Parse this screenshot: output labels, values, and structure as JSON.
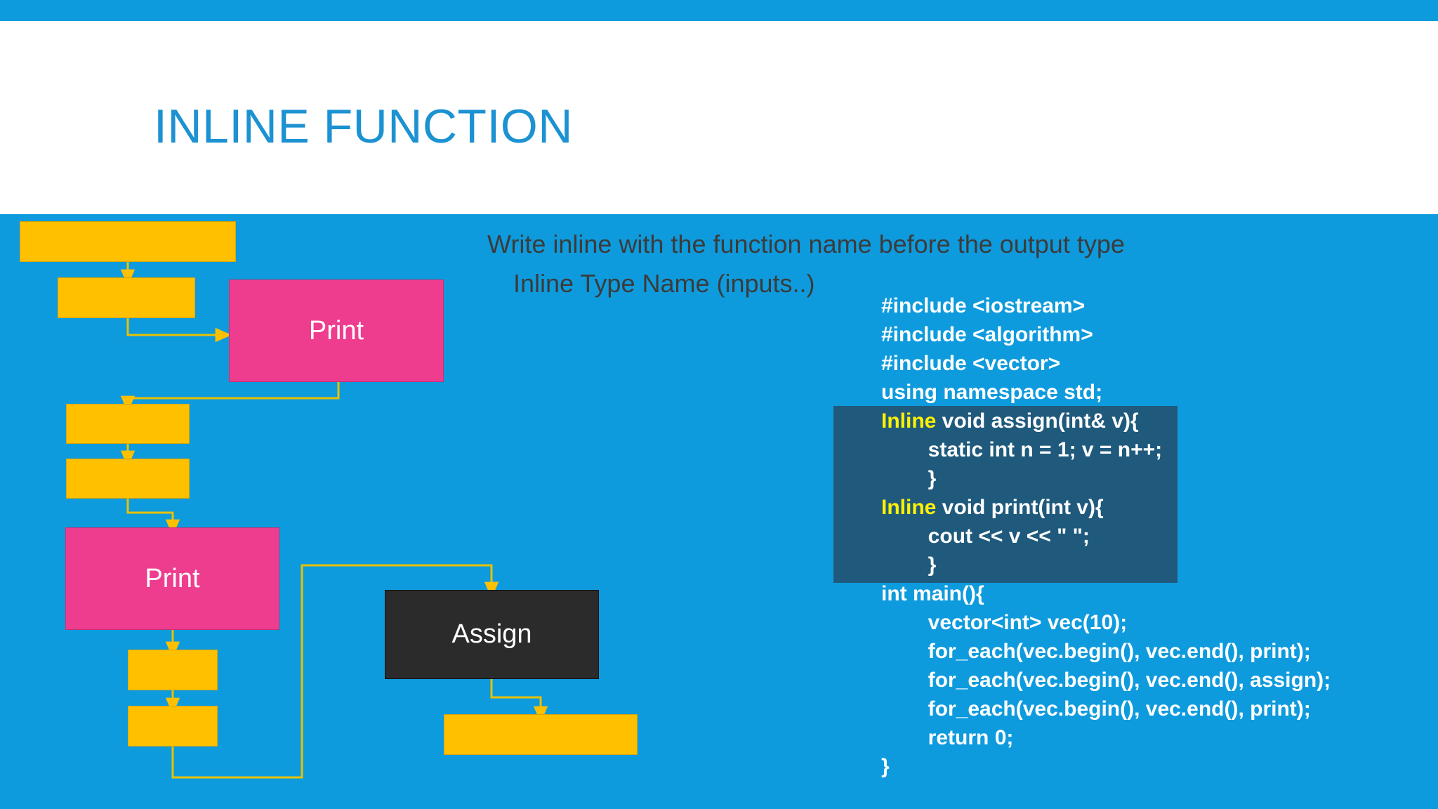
{
  "slide": {
    "title": "INLINE FUNCTION",
    "title_color": "#1C92D2",
    "accent_bar_color": "#0E9BDD",
    "body_background_color": "#0E9BDD"
  },
  "description": {
    "line1": "Write inline with the function name before the output type",
    "line2": "Inline Type Name (inputs..)",
    "text_color": "#3B3B3B"
  },
  "code": {
    "highlight_color": "#1F5A7D",
    "keyword_color": "#FFF200",
    "text_color": "#FFFFFF",
    "keyword": "Inline",
    "lines": [
      {
        "text": "#include <iostream>",
        "highlighted": false,
        "keyword": false
      },
      {
        "text": "#include <algorithm>",
        "highlighted": false,
        "keyword": false
      },
      {
        "text": "#include <vector>",
        "highlighted": false,
        "keyword": false
      },
      {
        "text": "using namespace std;",
        "highlighted": false,
        "keyword": false
      },
      {
        "text": " void assign(int& v){",
        "highlighted": true,
        "keyword": true
      },
      {
        "text": "        static int n = 1; v = n++;",
        "highlighted": true,
        "keyword": false
      },
      {
        "text": "        }",
        "highlighted": true,
        "keyword": false
      },
      {
        "text": " void print(int v){",
        "highlighted": true,
        "keyword": true
      },
      {
        "text": "        cout << v << \" \";",
        "highlighted": true,
        "keyword": false
      },
      {
        "text": "        }",
        "highlighted": true,
        "keyword": false
      },
      {
        "text": "int main(){",
        "highlighted": false,
        "keyword": false
      },
      {
        "text": "        vector<int> vec(10);",
        "highlighted": false,
        "keyword": false
      },
      {
        "text": "        for_each(vec.begin(), vec.end(), print);",
        "highlighted": false,
        "keyword": false
      },
      {
        "text": "        for_each(vec.begin(), vec.end(), assign);",
        "highlighted": false,
        "keyword": false
      },
      {
        "text": "        for_each(vec.begin(), vec.end(), print);",
        "highlighted": false,
        "keyword": false
      },
      {
        "text": "        return 0;",
        "highlighted": false,
        "keyword": false
      },
      {
        "text": "}",
        "highlighted": false,
        "keyword": false
      }
    ]
  },
  "flowchart": {
    "amber_color": "#FFC000",
    "pink_color": "#EE3D8F",
    "dark_color": "#2B2B2B",
    "connector_color": "#E8C000",
    "nodes": [
      {
        "id": "box-1",
        "label": "",
        "type": "amber"
      },
      {
        "id": "box-2",
        "label": "",
        "type": "amber"
      },
      {
        "id": "print-1",
        "label": "Print",
        "type": "pink"
      },
      {
        "id": "box-3",
        "label": "",
        "type": "amber"
      },
      {
        "id": "box-4",
        "label": "",
        "type": "amber"
      },
      {
        "id": "print-2",
        "label": "Print",
        "type": "pink"
      },
      {
        "id": "box-5",
        "label": "",
        "type": "amber"
      },
      {
        "id": "box-6",
        "label": "",
        "type": "amber"
      },
      {
        "id": "assign",
        "label": "Assign",
        "type": "dark"
      },
      {
        "id": "box-7",
        "label": "",
        "type": "amber"
      }
    ]
  }
}
